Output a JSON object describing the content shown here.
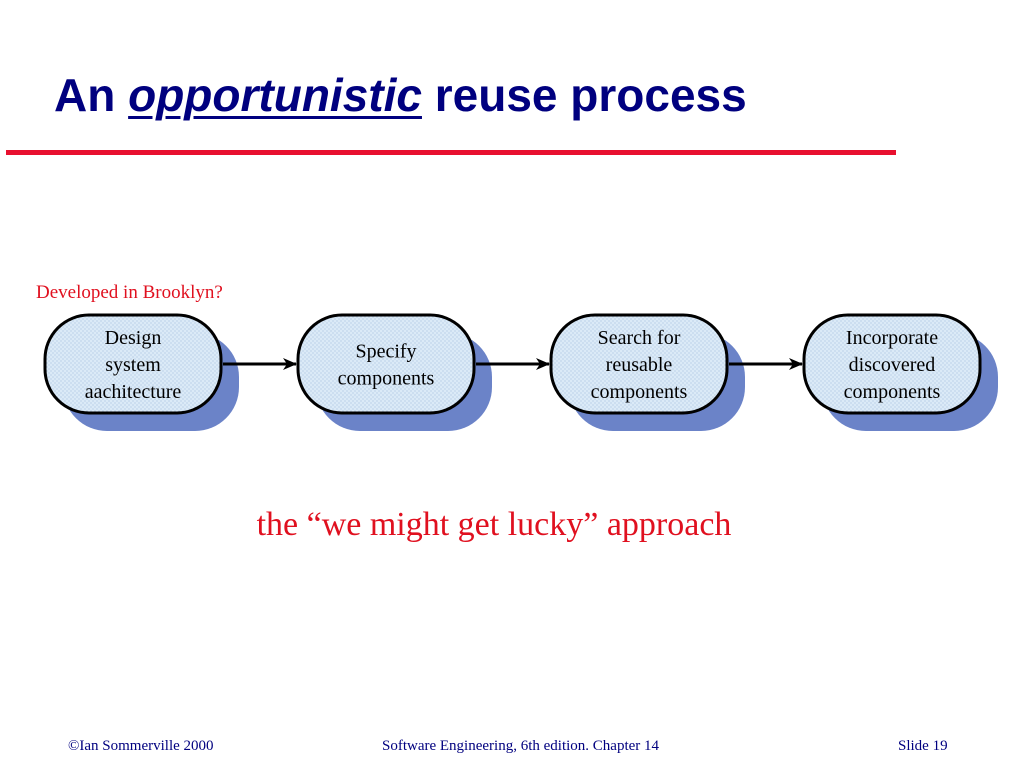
{
  "title": {
    "prefix": "An",
    "emphasis": "opportunistic",
    "suffix": "reuse process"
  },
  "note": "Developed in Brooklyn?",
  "process_steps": [
    {
      "lines": [
        "Design",
        "system",
        "aachitecture"
      ]
    },
    {
      "lines": [
        "Specify",
        "components"
      ]
    },
    {
      "lines": [
        "Search for",
        "reusable",
        "components"
      ]
    },
    {
      "lines": [
        "Incorporate",
        "discovered",
        "components"
      ]
    }
  ],
  "tagline": "the “we might get lucky” approach",
  "footer": {
    "left": "©Ian Sommerville 2000",
    "center": "Software Engineering, 6th edition. Chapter 14",
    "right": "Slide 19"
  },
  "colors": {
    "title": "#00007f",
    "rule": "#e8102f",
    "accent_text": "#e0101f",
    "box_fill": "#dbeaf7",
    "box_shadow": "#6b83c8",
    "footer": "#00007f"
  }
}
